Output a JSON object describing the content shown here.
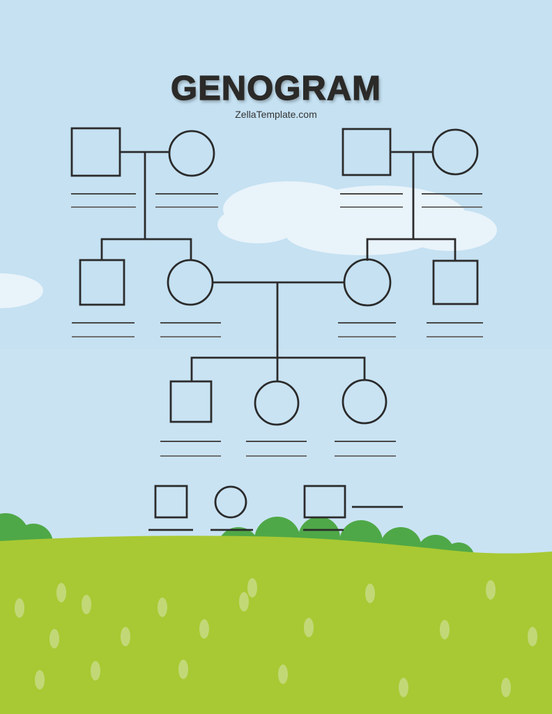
{
  "header": {
    "title": "GENOGRAM",
    "subtitle": "ZellaTemplate.com"
  },
  "colors": {
    "sky": "#c5e1f2",
    "cloud": "#e9f3fa",
    "grass": "#a8c933",
    "spot": "#c2d877",
    "bush": "#4fa847",
    "line": "#2b2b2b",
    "nameline": "#474747",
    "nameline2": "#6e6e6e",
    "title-text": "#2b2a28",
    "subtitle-text": "#333333"
  },
  "genogram": {
    "generation1": [
      {
        "unit": "grandparents-left",
        "shapes": [
          "square",
          "circle"
        ],
        "relationship": "partnership-line",
        "name_lines_per_person": 2
      },
      {
        "unit": "grandparents-right",
        "shapes": [
          "square",
          "circle"
        ],
        "relationship": "partnership-line",
        "name_lines_per_person": 2
      }
    ],
    "generation2": {
      "left_siblings": [
        "square",
        "circle"
      ],
      "right_siblings": [
        "circle",
        "square"
      ],
      "partnership": "left-circle joined to right-circle by horizontal line",
      "name_lines_per_person": 2
    },
    "generation3": {
      "children": [
        "square",
        "circle",
        "circle"
      ],
      "name_lines_per_person": 2
    },
    "legend": {
      "symbols": [
        "square",
        "circle",
        "square",
        "horizontal-line"
      ],
      "blank_label_lines": 3
    }
  }
}
